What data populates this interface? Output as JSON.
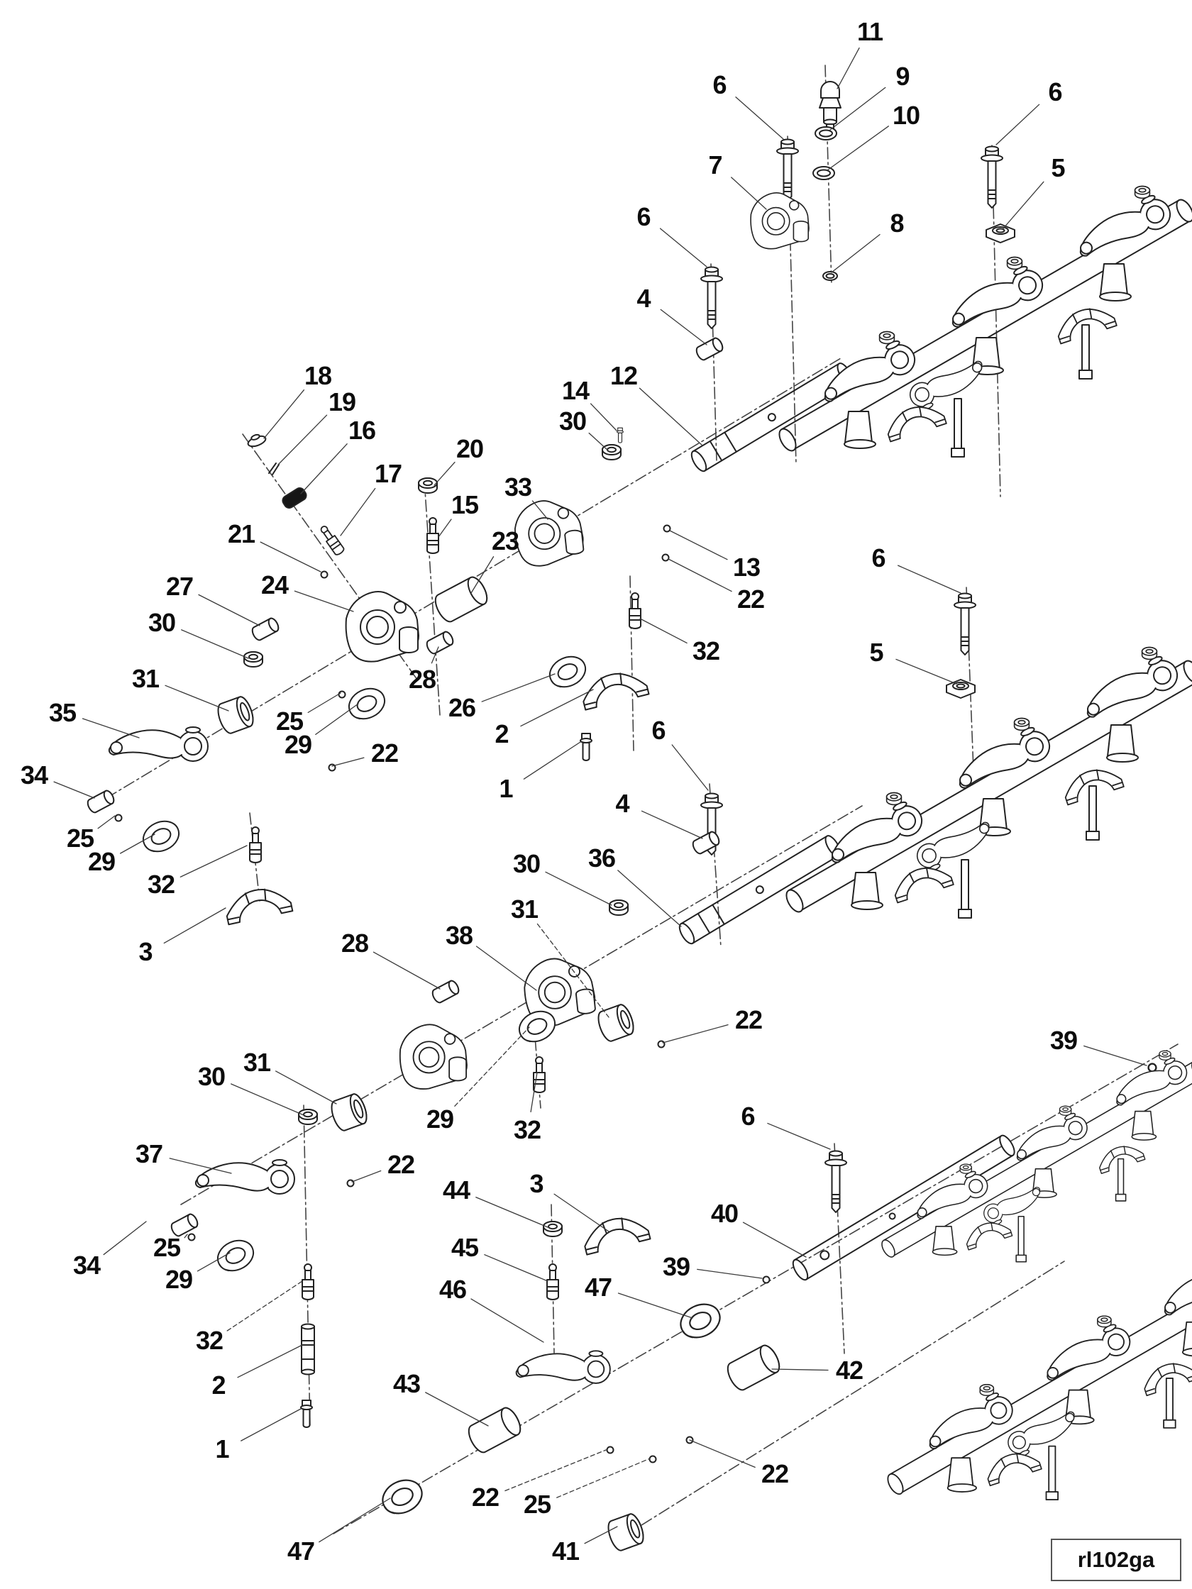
{
  "figure_code": "rl102ga",
  "ink_color": "#222222",
  "paper_color": "#ffffff",
  "callouts": [
    [
      "11",
      1226,
      45,
      1180,
      125
    ],
    [
      "9",
      1272,
      108,
      1170,
      183
    ],
    [
      "6",
      1014,
      120,
      1104,
      196
    ],
    [
      "10",
      1277,
      163,
      1166,
      240
    ],
    [
      "6",
      1487,
      130,
      1404,
      204
    ],
    [
      "5",
      1491,
      237,
      1414,
      322
    ],
    [
      "7",
      1008,
      233,
      1080,
      295
    ],
    [
      "8",
      1264,
      315,
      1172,
      384
    ],
    [
      "6",
      907,
      306,
      996,
      376
    ],
    [
      "4",
      907,
      421,
      996,
      486
    ],
    [
      "12",
      879,
      530,
      990,
      628
    ],
    [
      "14",
      811,
      551,
      869,
      607
    ],
    [
      "30",
      807,
      594,
      858,
      636
    ],
    [
      "13",
      1052,
      800,
      944,
      748
    ],
    [
      "22",
      1058,
      845,
      942,
      788
    ],
    [
      "6",
      1238,
      787,
      1354,
      836
    ],
    [
      "5",
      1235,
      920,
      1348,
      964
    ],
    [
      "32",
      995,
      918,
      902,
      872
    ],
    [
      "18",
      448,
      530,
      372,
      618
    ],
    [
      "19",
      482,
      567,
      392,
      655
    ],
    [
      "16",
      510,
      607,
      424,
      696
    ],
    [
      "20",
      662,
      633,
      612,
      684
    ],
    [
      "17",
      547,
      668,
      480,
      755
    ],
    [
      "15",
      655,
      712,
      618,
      757
    ],
    [
      "33",
      730,
      687,
      772,
      732
    ],
    [
      "23",
      712,
      763,
      664,
      836
    ],
    [
      "21",
      340,
      753,
      452,
      806
    ],
    [
      "27",
      253,
      827,
      366,
      882
    ],
    [
      "24",
      387,
      825,
      498,
      862
    ],
    [
      "30",
      228,
      878,
      350,
      928
    ],
    [
      "31",
      205,
      957,
      322,
      1002
    ],
    [
      "28",
      595,
      958,
      618,
      912
    ],
    [
      "26",
      651,
      998,
      782,
      950
    ],
    [
      "25",
      408,
      1017,
      480,
      977
    ],
    [
      "29",
      420,
      1050,
      505,
      992
    ],
    [
      "2",
      707,
      1035,
      836,
      972
    ],
    [
      "1",
      713,
      1112,
      818,
      1046
    ],
    [
      "35",
      88,
      1005,
      196,
      1040
    ],
    [
      "34",
      48,
      1093,
      133,
      1125
    ],
    [
      "22",
      542,
      1062,
      468,
      1080
    ],
    [
      "25",
      113,
      1182,
      162,
      1150
    ],
    [
      "29",
      143,
      1215,
      218,
      1176
    ],
    [
      "32",
      227,
      1247,
      348,
      1192
    ],
    [
      "3",
      205,
      1342,
      318,
      1280
    ],
    [
      "6",
      928,
      1030,
      998,
      1114
    ],
    [
      "4",
      877,
      1133,
      990,
      1182
    ],
    [
      "30",
      742,
      1218,
      862,
      1276
    ],
    [
      "31",
      739,
      1282,
      858,
      1434
    ],
    [
      "36",
      848,
      1210,
      960,
      1306
    ],
    [
      "28",
      500,
      1330,
      620,
      1394
    ],
    [
      "38",
      647,
      1319,
      756,
      1396
    ],
    [
      "30",
      298,
      1518,
      428,
      1572
    ],
    [
      "31",
      362,
      1498,
      474,
      1556
    ],
    [
      "29",
      620,
      1578,
      746,
      1448
    ],
    [
      "32",
      743,
      1593,
      757,
      1512
    ],
    [
      "22",
      1055,
      1438,
      934,
      1470
    ],
    [
      "37",
      210,
      1627,
      326,
      1654
    ],
    [
      "22",
      565,
      1642,
      496,
      1666
    ],
    [
      "44",
      643,
      1678,
      772,
      1730
    ],
    [
      "3",
      756,
      1669,
      858,
      1736
    ],
    [
      "45",
      655,
      1759,
      772,
      1806
    ],
    [
      "46",
      638,
      1818,
      766,
      1892
    ],
    [
      "34",
      122,
      1784,
      206,
      1722
    ],
    [
      "25",
      235,
      1759,
      264,
      1740
    ],
    [
      "29",
      252,
      1804,
      324,
      1766
    ],
    [
      "39",
      1499,
      1467,
      1616,
      1502
    ],
    [
      "6",
      1054,
      1574,
      1170,
      1620
    ],
    [
      "40",
      1021,
      1711,
      1136,
      1772
    ],
    [
      "39",
      953,
      1786,
      1074,
      1802
    ],
    [
      "47",
      843,
      1815,
      976,
      1858
    ],
    [
      "42",
      1197,
      1932,
      1088,
      1930
    ],
    [
      "32",
      295,
      1890,
      426,
      1806
    ],
    [
      "2",
      308,
      1953,
      426,
      1896
    ],
    [
      "43",
      573,
      1951,
      688,
      2010
    ],
    [
      "1",
      313,
      2043,
      424,
      1986
    ],
    [
      "22",
      684,
      2111,
      854,
      2044
    ],
    [
      "25",
      757,
      2121,
      916,
      2056
    ],
    [
      "22",
      1092,
      2078,
      972,
      2030
    ],
    [
      "47",
      424,
      2187,
      550,
      2112
    ],
    [
      "41",
      797,
      2187,
      870,
      2152
    ]
  ],
  "axes": [
    [
      150,
      1125,
      1185,
      505
    ],
    [
      342,
      612,
      588,
      958
    ],
    [
      598,
      676,
      620,
      1008
    ],
    [
      1163,
      92,
      1172,
      402
    ],
    [
      1110,
      192,
      1122,
      655
    ],
    [
      1398,
      205,
      1410,
      700
    ],
    [
      1002,
      372,
      1010,
      650
    ],
    [
      888,
      812,
      893,
      1058
    ],
    [
      1362,
      828,
      1372,
      1085
    ],
    [
      352,
      1146,
      366,
      1270
    ],
    [
      255,
      1698,
      1215,
      1136
    ],
    [
      1000,
      1105,
      1016,
      1335
    ],
    [
      428,
      1558,
      437,
      2012
    ],
    [
      752,
      1436,
      762,
      1562
    ],
    [
      777,
      1698,
      781,
      1907
    ],
    [
      1176,
      1612,
      1190,
      1908
    ],
    [
      470,
      2162,
      1660,
      1472
    ],
    [
      880,
      2165,
      1500,
      1778
    ]
  ],
  "parts": [
    [
      "valvecap",
      1170,
      140,
      0,
      1
    ],
    [
      "oring",
      1164,
      188,
      0,
      1
    ],
    [
      "oring",
      1161,
      244,
      0,
      1
    ],
    [
      "oring_s",
      1170,
      389,
      0,
      1
    ],
    [
      "bolt",
      1110,
      200,
      0,
      1
    ],
    [
      "bolt",
      1398,
      210,
      0,
      1
    ],
    [
      "bolt",
      1003,
      380,
      0,
      1
    ],
    [
      "bolt",
      1360,
      840,
      0,
      1
    ],
    [
      "bolt",
      1003,
      1122,
      0,
      1
    ],
    [
      "bolt",
      1178,
      1626,
      0,
      1
    ],
    [
      "sqnut",
      1410,
      328,
      0,
      1
    ],
    [
      "sqnut",
      1354,
      970,
      0,
      1
    ],
    [
      "support24",
      1100,
      315,
      0,
      0.8
    ],
    [
      "spacer",
      1000,
      492,
      -28,
      1
    ],
    [
      "spacer",
      995,
      1188,
      -28,
      1
    ],
    [
      "tube",
      985,
      650,
      -31,
      1
    ],
    [
      "tube",
      968,
      1316,
      -31,
      1
    ],
    [
      "tube2",
      1128,
      1790,
      -31,
      1
    ],
    [
      "hexnut",
      862,
      640,
      0,
      1
    ],
    [
      "hexnut",
      603,
      687,
      0,
      1
    ],
    [
      "hexnut",
      357,
      932,
      0,
      1
    ],
    [
      "hexnut",
      872,
      1282,
      0,
      1
    ],
    [
      "hexnut",
      434,
      1577,
      0,
      1
    ],
    [
      "hexnut",
      779,
      1735,
      0,
      1
    ],
    [
      "stud",
      874,
      612,
      0,
      0.55
    ],
    [
      "dot",
      940,
      745,
      0,
      1
    ],
    [
      "dot",
      938,
      786,
      0,
      1
    ],
    [
      "dot",
      457,
      810,
      0,
      1
    ],
    [
      "dot",
      482,
      979,
      0,
      1
    ],
    [
      "dot",
      167,
      1153,
      0,
      1
    ],
    [
      "dot",
      468,
      1082,
      0,
      1
    ],
    [
      "dot",
      932,
      1472,
      0,
      1
    ],
    [
      "dot",
      494,
      1668,
      0,
      1
    ],
    [
      "dot",
      1080,
      1804,
      0,
      1
    ],
    [
      "dot",
      1624,
      1505,
      0,
      1.2
    ],
    [
      "dot",
      860,
      2044,
      0,
      1
    ],
    [
      "dot",
      920,
      2057,
      0,
      1
    ],
    [
      "dot",
      972,
      2030,
      0,
      1
    ],
    [
      "dot",
      270,
      1744,
      0,
      1
    ],
    [
      "plunger",
      895,
      866,
      0,
      1
    ],
    [
      "plunger",
      610,
      760,
      0,
      1
    ],
    [
      "plunger",
      470,
      765,
      -35,
      0.9
    ],
    [
      "plunger",
      360,
      1196,
      0,
      1
    ],
    [
      "plunger",
      760,
      1520,
      0,
      1
    ],
    [
      "plunger",
      434,
      1812,
      0,
      1
    ],
    [
      "plunger",
      779,
      1812,
      0,
      1
    ],
    [
      "cap18",
      362,
      622,
      0,
      1
    ],
    [
      "clip19",
      386,
      660,
      0,
      1
    ],
    [
      "spring16",
      415,
      702,
      -32,
      1
    ],
    [
      "support24",
      540,
      888,
      0,
      1
    ],
    [
      "support24",
      775,
      755,
      -6,
      0.92
    ],
    [
      "support24",
      790,
      1402,
      -6,
      0.95
    ],
    [
      "support24",
      612,
      1494,
      0,
      0.92
    ],
    [
      "cyl_lg",
      650,
      845,
      -28,
      1
    ],
    [
      "cyl_lg",
      697,
      2016,
      -28,
      1
    ],
    [
      "cyl_lg",
      1062,
      1928,
      -28,
      1
    ],
    [
      "bearing",
      800,
      947,
      0,
      1
    ],
    [
      "bearing",
      517,
      992,
      0,
      1
    ],
    [
      "bearing",
      227,
      1179,
      0,
      1
    ],
    [
      "bearing",
      757,
      1447,
      0,
      1
    ],
    [
      "bearing",
      332,
      1770,
      0,
      1
    ],
    [
      "bearing",
      567,
      2110,
      0,
      1.1
    ],
    [
      "bearing",
      987,
      1862,
      0,
      1.1
    ],
    [
      "bushing",
      332,
      1008,
      -20,
      1
    ],
    [
      "bushing",
      868,
      1442,
      -20,
      1
    ],
    [
      "bushing",
      492,
      1568,
      -20,
      1
    ],
    [
      "bushing",
      882,
      2160,
      -20,
      1
    ],
    [
      "saddle",
      866,
      974,
      -14,
      1
    ],
    [
      "saddle",
      364,
      1278,
      -12,
      1
    ],
    [
      "saddle",
      868,
      1742,
      -14,
      1
    ],
    [
      "spacer",
      374,
      887,
      -28,
      1
    ],
    [
      "spacer",
      620,
      906,
      -28,
      1
    ],
    [
      "spacer",
      628,
      1398,
      -28,
      1
    ],
    [
      "spacer",
      142,
      1130,
      -28,
      1
    ],
    [
      "spacer",
      260,
      1727,
      -28,
      1
    ],
    [
      "rockerarm",
      230,
      1052,
      0,
      1
    ],
    [
      "rockerarm",
      352,
      1662,
      0,
      1
    ],
    [
      "rockerarm",
      800,
      1930,
      0,
      0.95
    ],
    [
      "sleeve2",
      434,
      1902,
      0,
      1
    ],
    [
      "stud",
      826,
      1050,
      0,
      1
    ],
    [
      "stud",
      432,
      1990,
      0,
      1
    ],
    [
      "cluster",
      1110,
      620,
      0,
      1
    ],
    [
      "cluster",
      1120,
      1270,
      0,
      1
    ],
    [
      "cluster",
      1252,
      1760,
      0,
      0.78
    ],
    [
      "cluster",
      1262,
      2092,
      0,
      0.92
    ]
  ]
}
